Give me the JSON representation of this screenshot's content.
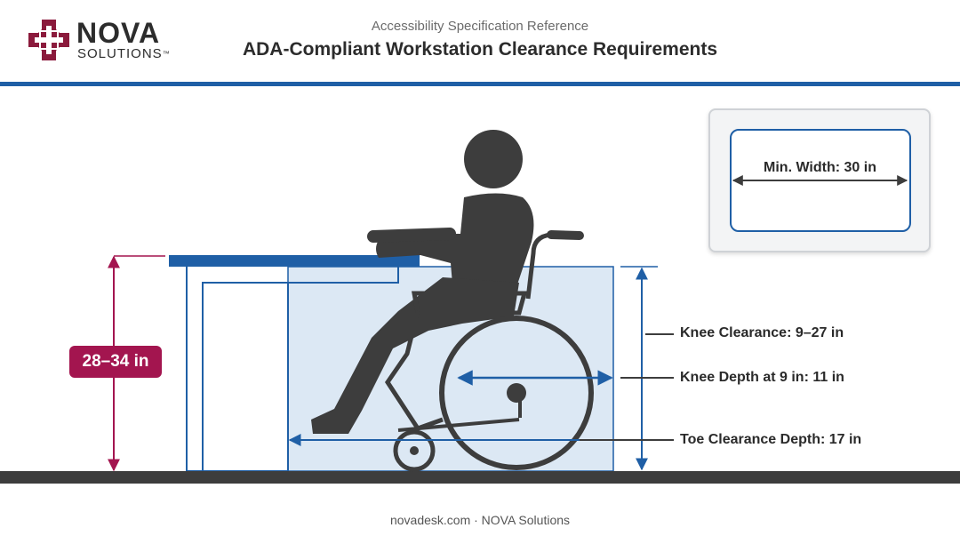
{
  "header": {
    "logo_word": "NOVA",
    "logo_sub": "SOLUTIONS",
    "logo_tm": "™",
    "subtitle": "Accessibility Specification Reference",
    "title": "ADA-Compliant Workstation Clearance Requirements"
  },
  "diagram": {
    "height_badge": "28–34 in",
    "knee_clearance": "Knee Clearance: 9–27 in",
    "knee_depth": "Knee Depth at 9 in: 11 in",
    "toe_depth": "Toe Clearance Depth: 17 in",
    "min_width": "Min. Width: 30 in"
  },
  "footer": {
    "text": "novadesk.com · NOVA Solutions"
  },
  "colors": {
    "brand": "#8b1a3c",
    "accent_blue": "#1f5fa6",
    "height_magenta": "#a3154f",
    "clearance_fill": "#dce8f4",
    "figure": "#3d3d3d"
  },
  "icons": {
    "logo": "medical-cross-icon",
    "person": "wheelchair-user-icon"
  }
}
